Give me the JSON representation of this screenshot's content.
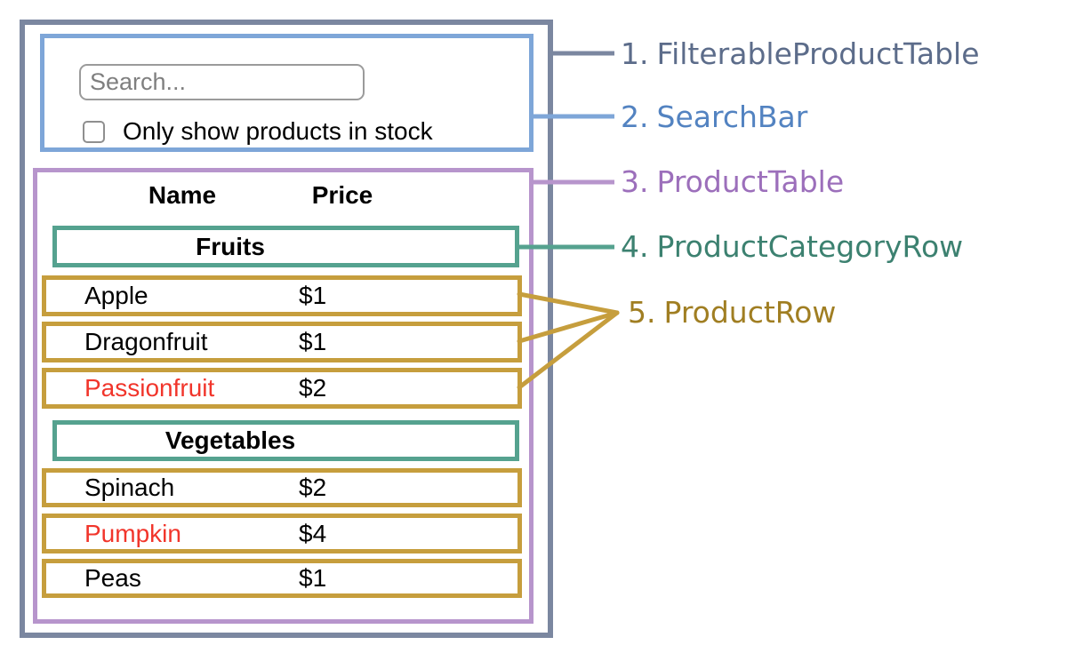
{
  "colors": {
    "outer_border": "#7b87a0",
    "searchbar_border": "#7ea6d8",
    "producttable_border": "#b795cc",
    "categoryrow_border": "#55a28f",
    "productrow_border": "#c69e3d",
    "legend_1": "#5c6c8a",
    "legend_2": "#5383c1",
    "legend_3": "#9c6fbb",
    "legend_4": "#3c8170",
    "legend_5": "#a07e22",
    "out_of_stock": "#f1352b",
    "input_border": "#9b9b9b",
    "placeholder": "#7f7f7f"
  },
  "search_bar": {
    "input_placeholder": "Search...",
    "input_value": "",
    "checkbox_label": "Only show products in stock",
    "checkbox_checked": false
  },
  "table": {
    "headers": {
      "name": "Name",
      "price": "Price"
    },
    "sections": [
      {
        "category": "Fruits",
        "rows": [
          {
            "name": "Apple",
            "price": "$1",
            "in_stock": true
          },
          {
            "name": "Dragonfruit",
            "price": "$1",
            "in_stock": true
          },
          {
            "name": "Passionfruit",
            "price": "$2",
            "in_stock": false
          }
        ]
      },
      {
        "category": "Vegetables",
        "rows": [
          {
            "name": "Spinach",
            "price": "$2",
            "in_stock": true
          },
          {
            "name": "Pumpkin",
            "price": "$4",
            "in_stock": false
          },
          {
            "name": "Peas",
            "price": "$1",
            "in_stock": true
          }
        ]
      }
    ]
  },
  "legend": [
    {
      "num": "1.",
      "name": "FilterableProductTable"
    },
    {
      "num": "2.",
      "name": "SearchBar"
    },
    {
      "num": "3.",
      "name": "ProductTable"
    },
    {
      "num": "4.",
      "name": "ProductCategoryRow"
    },
    {
      "num": "5.",
      "name": "ProductRow"
    }
  ]
}
